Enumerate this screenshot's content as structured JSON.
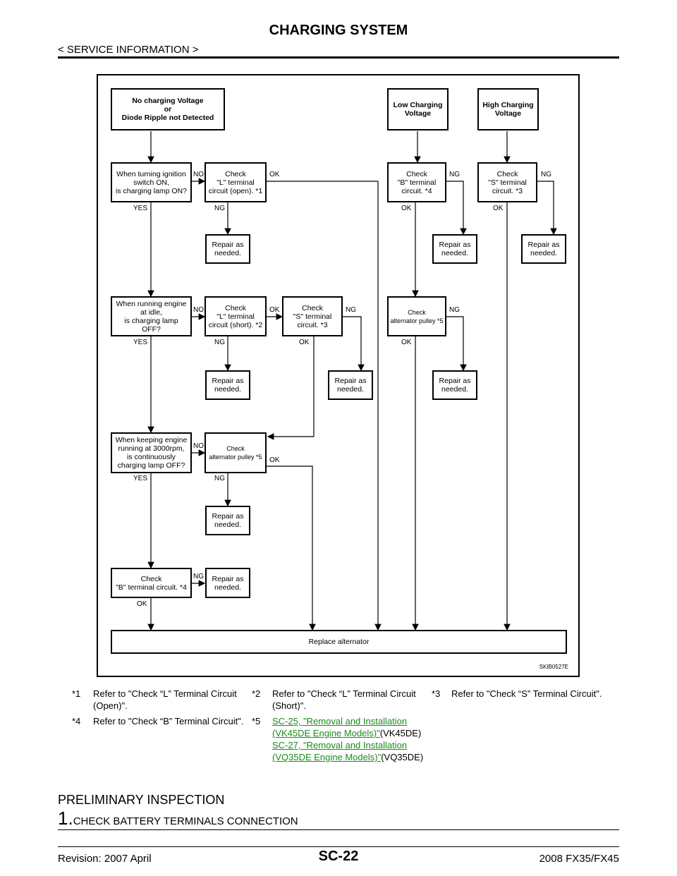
{
  "header": {
    "title": "CHARGING SYSTEM",
    "breadcrumb": "< SERVICE INFORMATION >"
  },
  "flowchart": {
    "start_no_voltage": "No charging Voltage\nor\nDiode Ripple not Detected",
    "start_low": "Low Charging\nVoltage",
    "start_high": "High Charging\nVoltage",
    "q_ignition": "When turning ignition\nswitch ON,\nis charging lamp ON?",
    "check_l_open": "Check\n\"L\" terminal\ncircuit (open). *1",
    "check_b_top": "Check\n\"B\" terminal\ncircuit. *4",
    "check_s_top": "Check\n\"S\" terminal\ncircuit. *3",
    "q_idle": "When running engine\nat idle,\nis charging lamp\nOFF?",
    "check_l_short": "Check\n\"L\" terminal\ncircuit (short). *2",
    "check_s_mid": "Check\n\"S\" terminal\ncircuit. *3",
    "check_pulley_right": "Check\nalternator pulley *5",
    "q_3000": "When keeping engine\nrunning at 3000rpm,\nis continuously\ncharging lamp OFF?",
    "check_pulley_left": "Check\nalternator pulley *5",
    "check_b_bottom": "Check\n\"B\" terminal circuit. *4",
    "repair": "Repair as\nneeded.",
    "replace": "Replace alternator",
    "labels": {
      "no": "NO",
      "yes": "YES",
      "ok": "OK",
      "ng": "NG"
    },
    "figure_id": "SKIB0527E"
  },
  "notes": {
    "n1_key": "*1",
    "n1_text": "Refer to \"Check “L” Terminal Circuit (Open)\".",
    "n2_key": "*2",
    "n2_text": "Refer to \"Check “L” Terminal Circuit (Short)\".",
    "n3_key": "*3",
    "n3_text": "Refer to \"Check “S” Terminal Circuit\".",
    "n4_key": "*4",
    "n4_text": "Refer to \"Check “B” Terminal Circuit\".",
    "n5_key": "*5",
    "n5_link1": "SC-25, \"Removal and Installation (VK45DE Engine Models)\"",
    "n5_suffix1": "(VK45DE)",
    "n5_link2": "SC-27, \"Removal and Installation (VQ35DE Engine Models)\"",
    "n5_suffix2": "(VQ35DE)"
  },
  "section": {
    "heading": "PRELIMINARY INSPECTION",
    "step_number": "1.",
    "step_text": "CHECK BATTERY TERMINALS CONNECTION"
  },
  "footer": {
    "revision": "Revision: 2007 April",
    "page": "SC-22",
    "model": "2008 FX35/FX45"
  }
}
